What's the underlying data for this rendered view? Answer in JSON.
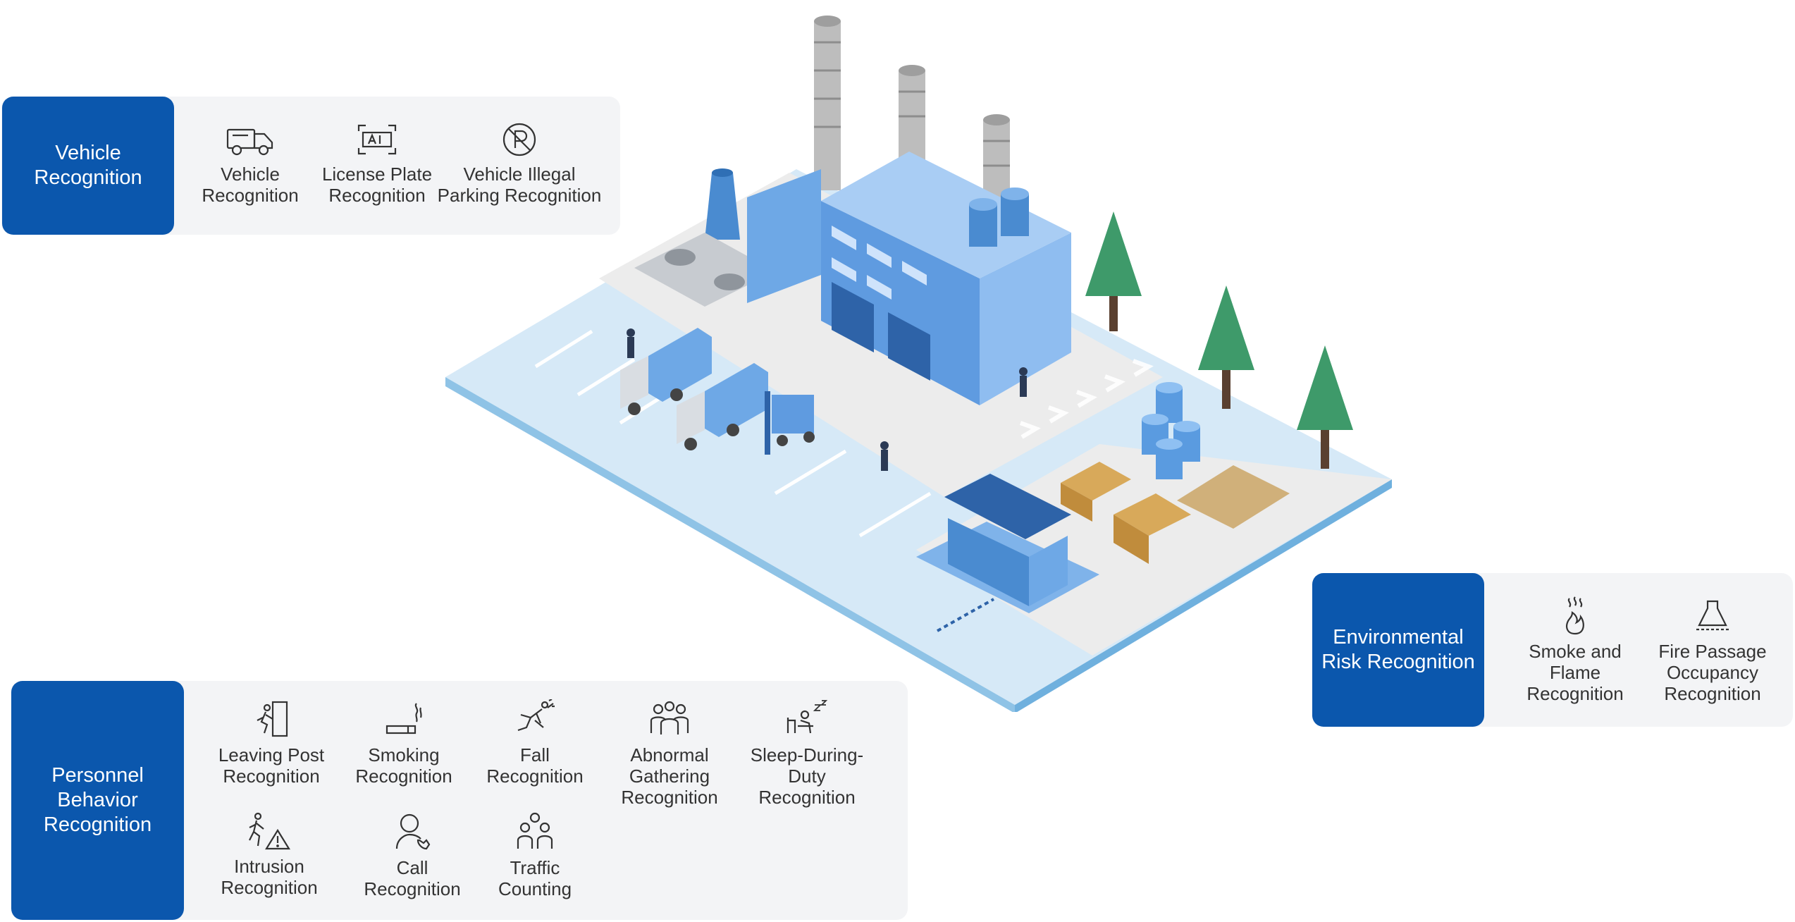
{
  "vehicle": {
    "title": "Vehicle\nRecognition",
    "items": [
      {
        "icon": "truck-icon",
        "label": "Vehicle\nRecognition"
      },
      {
        "icon": "license-plate-icon",
        "label": "License Plate\nRecognition"
      },
      {
        "icon": "no-parking-icon",
        "label": "Vehicle Illegal\nParking Recognition"
      }
    ]
  },
  "environment": {
    "title": "Environmental\nRisk Recognition",
    "items": [
      {
        "icon": "smoke-flame-icon",
        "label": "Smoke and\nFlame\nRecognition"
      },
      {
        "icon": "fire-passage-icon",
        "label": "Fire Passage\nOccupancy\nRecognition"
      }
    ]
  },
  "personnel": {
    "title": "Personnel\nBehavior\nRecognition",
    "items": [
      {
        "icon": "leaving-post-icon",
        "label": "Leaving Post\nRecognition"
      },
      {
        "icon": "smoking-icon",
        "label": "Smoking\nRecognition"
      },
      {
        "icon": "fall-icon",
        "label": "Fall\nRecognition"
      },
      {
        "icon": "gathering-icon",
        "label": "Abnormal\nGathering\nRecognition"
      },
      {
        "icon": "sleep-icon",
        "label": "Sleep-During-\nDuty\nRecognition"
      },
      {
        "icon": "intrusion-icon",
        "label": "Intrusion\nRecognition"
      },
      {
        "icon": "call-icon",
        "label": "Call\nRecognition"
      },
      {
        "icon": "traffic-counting-icon",
        "label": "Traffic\nCounting"
      }
    ]
  },
  "colors": {
    "header_blue": "#0b57ad",
    "panel_gray": "#f3f4f6"
  }
}
